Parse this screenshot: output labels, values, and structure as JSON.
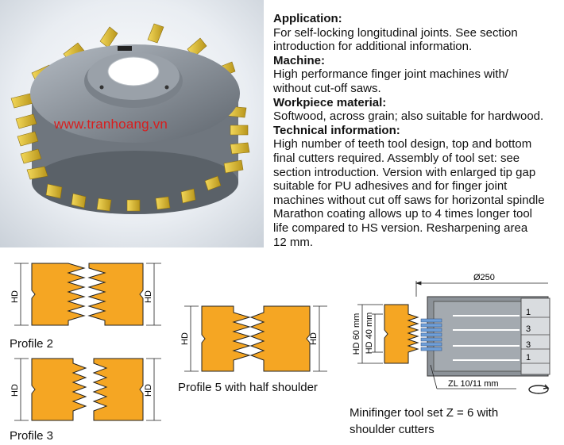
{
  "watermark": "www.tranhoang.vn",
  "sections": [
    {
      "heading": "Application:",
      "body": "For self-locking longitudinal joints. See section\nintroduction for additional information."
    },
    {
      "heading": "Machine:",
      "body": "High performance finger joint machines with/\nwithout cut-off saws."
    },
    {
      "heading": "Workpiece material:",
      "body": "Softwood, across grain; also suitable for hardwood."
    },
    {
      "heading": "Technical information:",
      "body": "High number of teeth tool design, top and bottom\nfinal cutters required. Assembly of tool set: see\nsection introduction. Version with enlarged tip gap\nsuitable for PU adhesives and for finger joint\nmachines without cut off saws for horizontal spindle\nMarathon coating allows up to 4 times longer tool\nlife compared to HS version. Resharpening area\n12 mm."
    }
  ],
  "profiles": {
    "p2": {
      "label": "Profile 2",
      "dim": "HD"
    },
    "p3": {
      "label": "Profile 3",
      "dim": "HD"
    },
    "p5": {
      "label": "Profile 5 with half shoulder",
      "dim": "HD"
    }
  },
  "toolset": {
    "diameter": "Ø250",
    "hd60": "HD 60 mm",
    "hd40": "HD 40 mm",
    "zl": "ZL 10/11 mm",
    "counts": [
      "1",
      "3",
      "3",
      "1"
    ],
    "caption_line1": "Minifinger tool set Z = 6 with",
    "caption_line2": "shoulder cutters"
  },
  "colors": {
    "wood": "#f5a623",
    "steel": "#8c9298",
    "tip": "#e8c93a"
  }
}
